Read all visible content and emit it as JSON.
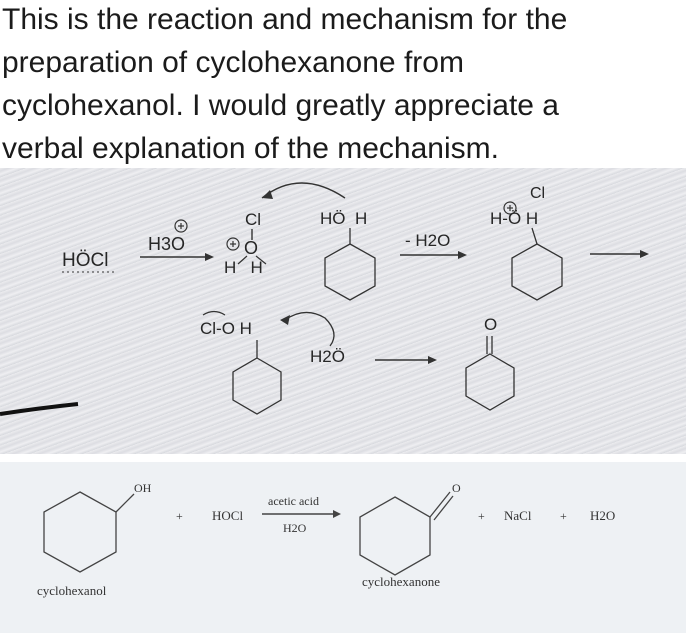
{
  "question": {
    "lines": [
      "This is the reaction and mechanism for the",
      "preparation of cyclohexanone from",
      "cyclohexanol. I would greatly appreciate a",
      "verbal explanation of the mechanism."
    ]
  },
  "mechanism": {
    "reagent_hocl": "HÖCl",
    "h3o_label": "H3O",
    "cl_top": "Cl",
    "oxonium_o": "O",
    "oxonium_h": "H   H",
    "carbocation_label": "HÖ  H",
    "minus_water_label": "- H2O",
    "protonated_cl": "Cl",
    "protonated_label": "H-Ö H",
    "chloro_label": "Cl-O H",
    "water_label": "H2Ö",
    "ketone_o": "O",
    "plus_sign": "+"
  },
  "reaction": {
    "oh_label": "OH",
    "cyclohexanol_name": "cyclohexanol",
    "hocl": "HOCl",
    "condition_top": "acetic acid",
    "condition_bottom": "H2O",
    "ketone_o": "O",
    "cyclohexanone_name": "cyclohexanone",
    "nacl": "NaCl",
    "water": "H2O",
    "plus": "+"
  }
}
